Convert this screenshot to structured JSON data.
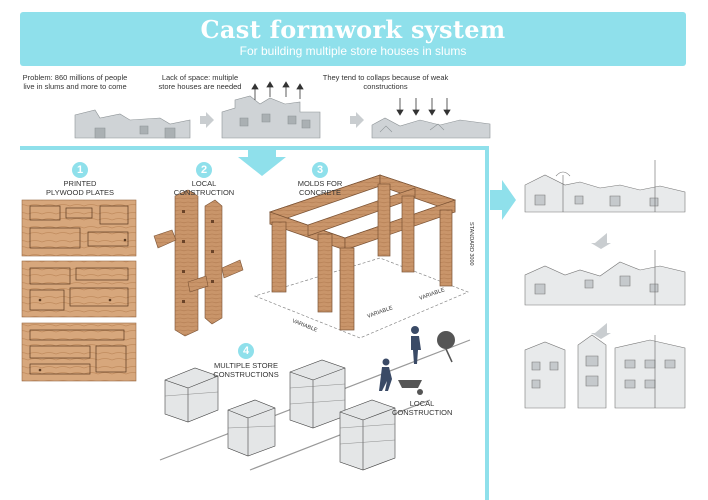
{
  "header": {
    "title": "Cast formwork system",
    "subtitle": "For building multiple store houses in slums"
  },
  "problems": [
    "Problem: 860 millions of people live in slums and more to come",
    "Lack of space: multiple store houses are needed",
    "They tend to collaps because of weak constructions"
  ],
  "steps": [
    {
      "number": "1",
      "label": "PRINTED PLYWOOD PLATES"
    },
    {
      "number": "2",
      "label": "LOCAL CONSTRUCTION"
    },
    {
      "number": "3",
      "label": "MOLDS FOR CONCRETE"
    },
    {
      "number": "4",
      "label": "MULTIPLE STORE CONSTRUCTIONS"
    }
  ],
  "local_construction_label": "LOCAL CONSTRUCTION",
  "dimension_labels": {
    "variable_1": "VARIABLE",
    "variable_2": "VARIABLE",
    "variable_3": "VARIABLE",
    "standard": "STANDARD 3000"
  },
  "colors": {
    "accent": "#8fe0eb",
    "wood": "#c9956a",
    "wood_dark": "#9a6a45"
  }
}
